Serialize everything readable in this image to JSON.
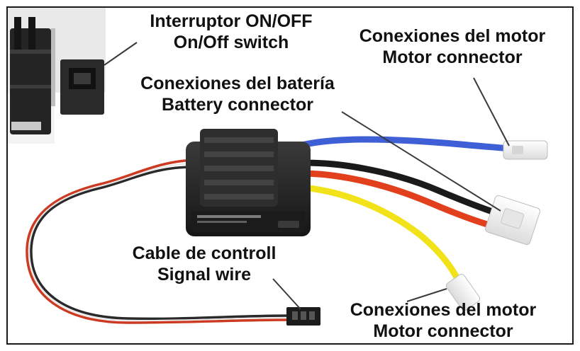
{
  "labels": {
    "switch": {
      "es": "Interruptor ON/OFF",
      "en": "On/Off switch"
    },
    "battery": {
      "es": "Conexiones del batería",
      "en": "Battery connector"
    },
    "motor_top": {
      "es": "Conexiones del motor",
      "en": "Motor connector"
    },
    "signal": {
      "es": "Cable de controll",
      "en": "Signal wire"
    },
    "motor_bottom": {
      "es": "Conexiones del motor",
      "en": "Motor connector"
    }
  },
  "colors": {
    "wire_blue": "#3f5fd6",
    "wire_red": "#e2401c",
    "wire_black": "#1a1a1a",
    "wire_yellow": "#f2e21a",
    "esc_body": "#262626",
    "connector_sleeve": "#f4f4f4"
  }
}
